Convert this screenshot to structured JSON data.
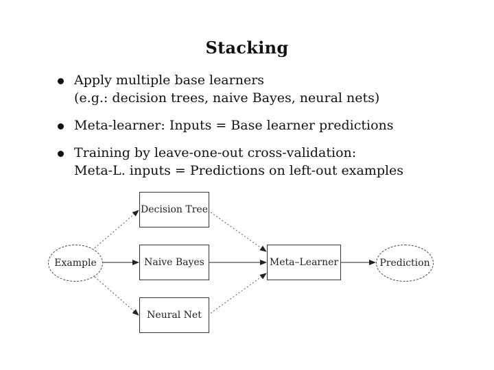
{
  "title": "Stacking",
  "bullets": [
    {
      "line1": "Apply multiple base learners",
      "line2": "(e.g.: decision trees, naive Bayes, neural nets)"
    },
    {
      "line1": "Meta-learner: Inputs = Base learner predictions",
      "line2": ""
    },
    {
      "line1": "Training by leave-one-out cross-validation:",
      "line2": "Meta-L. inputs = Predictions on left-out examples"
    }
  ],
  "diagram": {
    "input": "Example",
    "base_learners": [
      "Decision Tree",
      "Naive Bayes",
      "Neural Net"
    ],
    "meta": "Meta–Learner",
    "output": "Prediction"
  }
}
